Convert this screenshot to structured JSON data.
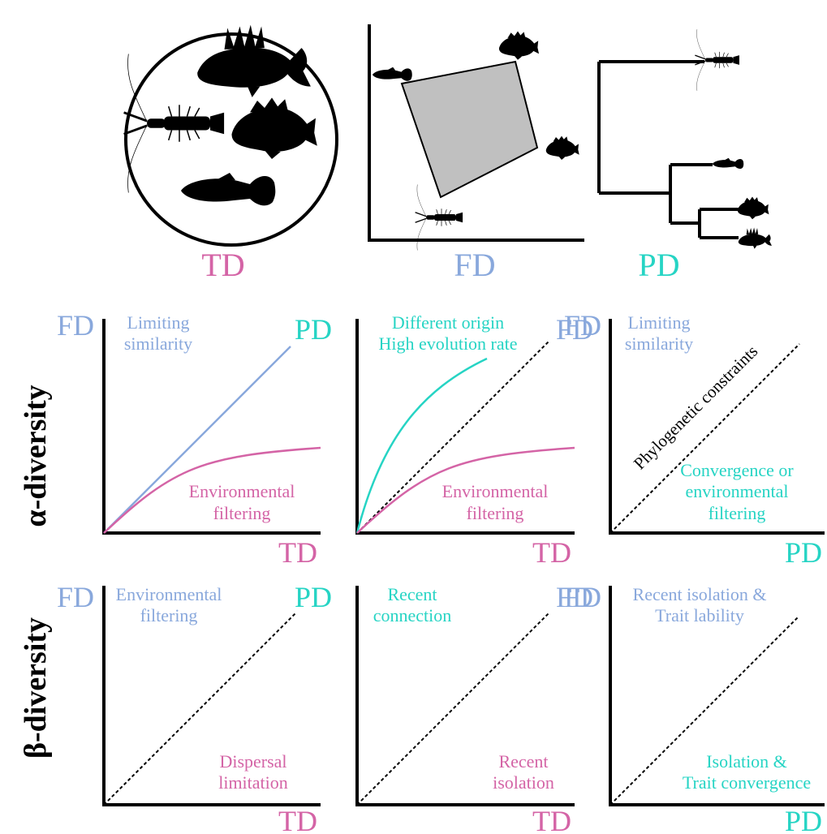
{
  "colors": {
    "td": "#d464a6",
    "fd": "#89a8dc",
    "pd": "#26d4c4",
    "ink": "#000000",
    "hull": "#c0c0c0"
  },
  "top": {
    "td_label": "TD",
    "fd_label": "FD",
    "pd_label": "PD"
  },
  "rows": {
    "alpha_label": "α-diversity",
    "beta_label": "β-diversity"
  },
  "alpha": {
    "p1": {
      "ylabel": "FD",
      "xlabel": "TD",
      "series_label": "PD",
      "note_top_l1": "Limiting",
      "note_top_l2": "similarity",
      "note_bot_l1": "Environmental",
      "note_bot_l2": "filtering"
    },
    "p2": {
      "ylabel": "FD",
      "xlabel": "TD",
      "note_top_l1": "Different origin",
      "note_top_l2": "High evolution rate",
      "note_bot_l1": "Environmental",
      "note_bot_l2": "filtering"
    },
    "p3": {
      "ylabel": "FD",
      "xlabel": "PD",
      "note_top_l1": "Limiting",
      "note_top_l2": "similarity",
      "diag_label": "Phylogenetic constraints",
      "note_bot_l1": "Convergence or",
      "note_bot_l2": "environmental",
      "note_bot_l3": "filtering"
    }
  },
  "beta": {
    "p1": {
      "ylabel": "FD",
      "xlabel": "TD",
      "series_label": "PD",
      "note_top_l1": "Environmental",
      "note_top_l2": "filtering",
      "note_bot_l1": "Dispersal",
      "note_bot_l2": "limitation"
    },
    "p2": {
      "ylabel": "FD",
      "xlabel": "TD",
      "note_top_l1": "Recent",
      "note_top_l2": "connection",
      "note_bot_l1": "Recent",
      "note_bot_l2": "isolation"
    },
    "p3": {
      "ylabel": "FD",
      "xlabel": "PD",
      "note_top_l1": "Recent isolation &",
      "note_top_l2": "Trait lability",
      "note_bot_l1": "Isolation &",
      "note_bot_l2": "Trait convergence"
    }
  },
  "icons": [
    "hogfish-silhouette-icon",
    "crayfish-silhouette-icon",
    "cichlid-silhouette-icon",
    "guppy-silhouette-icon"
  ]
}
